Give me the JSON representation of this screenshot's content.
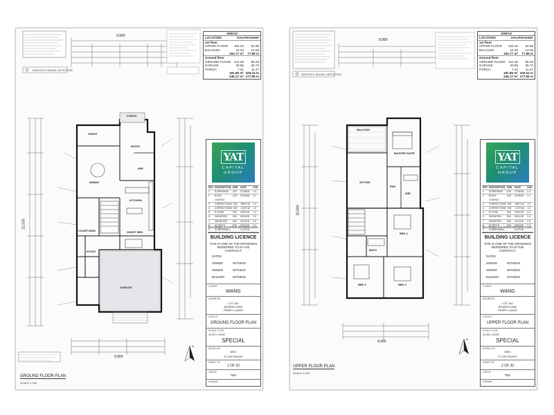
{
  "sheets": [
    {
      "areas": {
        "heading": "AREAS",
        "col_location": "LOCATION",
        "col_area": "Area",
        "col_perimeter": "Perimeter",
        "first_floor_label": "1st floor",
        "upper_floor_label": "UPPER FLOOR",
        "upper_floor_area": "154.44",
        "upper_floor_perimeter": "64.96",
        "balcony_label": "BALCONY",
        "balcony_area": "10.33",
        "balcony_perimeter": "13.08",
        "first_total": "164.77 m²",
        "first_total_perimeter": "77.88 m",
        "ground_floor_label": "Ground floor",
        "ground_floor_row": "GROUND FLOOR",
        "ground_floor_area": "141.25",
        "ground_floor_perimeter": "55.28",
        "garage_label": "GARAGE",
        "garage_area": "40.55",
        "garage_perimeter": "25.72",
        "porch_label": "PORCH",
        "porch_area": "7.41",
        "porch_perimeter": "11.47",
        "ground_total": "181.86 m²",
        "ground_total_perimeter": "109.34 m",
        "grand_total": "346.17 m²",
        "grand_total_perimeter": "177.86 m"
      },
      "smoke_note": "DENOTES SMOKE DETECTOR",
      "plan_caption": "GROUND FLOOR PLAN",
      "scale_caption": "SCALE 1:100",
      "rooms": [
        "PORCH",
        "ENTRY",
        "GUEST",
        "DINING",
        "KITCHEN",
        "COURTYARD",
        "GUEST BED",
        "GARAGE",
        "STUDY",
        "WIR"
      ],
      "dim_top": "9,960",
      "dim_bottom": "9,960",
      "dim_left": "21,000",
      "title_block": {
        "building_licence": "BUILDING LICENCE",
        "licence_text": "THIS IS ONE OF THE DRAWINGS REFERRED TO IN THE CONTRACT",
        "dated_label": "DATED",
        "owner_label": "OWNER",
        "builder_label": "BUILDER",
        "witness_label": "WITNESS",
        "client_label": "CLIENT",
        "client": "WANG",
        "address_label": "ADDRESS",
        "address": "LOT 162\nBOWRA LANE\nPERRY LAKES",
        "layout_label": "LAYOUT",
        "layout": "GROUND FLOOR PLAN",
        "scale": "SCALE 1:100",
        "model_name_label": "MODEL NAME",
        "model_name": "SPECIAL",
        "model_no_label": "MODEL Nº",
        "model_no": "8001",
        "copyright": "© COPYRIGHT",
        "sheet_label": "SHEET Nº",
        "sheet": "1 OF 20",
        "job_label": "JOB Nº",
        "job": "TBA",
        "drawn": "DRAWN"
      }
    },
    {
      "areas": {
        "heading": "AREAS",
        "col_location": "LOCATION",
        "col_area": "Area",
        "col_perimeter": "Perimeter",
        "first_floor_label": "1st floor",
        "upper_floor_label": "UPPER FLOOR",
        "upper_floor_area": "154.44",
        "upper_floor_perimeter": "64.96",
        "balcony_label": "BALCONY",
        "balcony_area": "10.33",
        "balcony_perimeter": "13.08",
        "first_total": "164.77 m²",
        "first_total_perimeter": "77.88 m",
        "ground_floor_label": "Ground floor",
        "ground_floor_row": "GROUND FLOOR",
        "ground_floor_area": "141.25",
        "ground_floor_perimeter": "55.28",
        "garage_label": "GARAGE",
        "garage_area": "40.55",
        "garage_perimeter": "25.72",
        "porch_label": "PORCH",
        "porch_area": "7.41",
        "porch_perimeter": "11.47",
        "ground_total": "181.86 m²",
        "ground_total_perimeter": "109.34 m",
        "grand_total": "346.17 m²",
        "grand_total_perimeter": "177.86 m"
      },
      "smoke_note": "DENOTES SMOKE DETECTOR",
      "plan_caption": "UPPER FLOOR PLAN",
      "scale_caption": "SCALE 1:100",
      "rooms": [
        "BALCONY",
        "MASTER SUITE",
        "SITTING",
        "ENS",
        "WIR",
        "BED 2",
        "BATH",
        "BED 4",
        "BED 3"
      ],
      "dim_top": "8,980",
      "dim_bottom": "8,980",
      "dim_left": "20,000",
      "title_block": {
        "building_licence": "BUILDING LICENCE",
        "licence_text": "THIS IS ONE OF THE DRAWINGS REFERRED TO IN THE CONTRACT",
        "dated_label": "DATED",
        "owner_label": "OWNER",
        "builder_label": "BUILDER",
        "witness_label": "WITNESS",
        "client_label": "CLIENT",
        "client": "WANG",
        "address_label": "ADDRESS",
        "address": "LOT 162\nBOWRA LANE\nPERRY LAKES",
        "layout_label": "LAYOUT",
        "layout": "UPPER FLOOR PLAN",
        "scale": "SCALE 1:100",
        "model_name_label": "MODEL NAME",
        "model_name": "SPECIAL",
        "model_no_label": "MODEL Nº",
        "model_no": "8001",
        "copyright": "© COPYRIGHT",
        "sheet_label": "SHEET Nº",
        "sheet": "2 OF 20",
        "job_label": "JOB Nº",
        "job": "TBA",
        "drawn": "DRAWN"
      }
    }
  ],
  "company": {
    "mark": "YAT",
    "name": "CAPITAL GROUP",
    "logo_colors": [
      "#3aa35a",
      "#2a7dbf"
    ]
  },
  "revisions": {
    "headers": [
      "REV",
      "DESCRIPTION",
      "DRN",
      "DATE",
      "CHK"
    ],
    "rows": [
      [
        "1",
        "SCREENING",
        "AJS",
        "07/06/18",
        "1.0"
      ],
      [
        "2",
        "BUILD. LICENCE",
        "AJS",
        "21/06/18",
        "1.1"
      ],
      [
        "3",
        "CORRECTIONS",
        "DW",
        "05/07/18",
        "1.2"
      ],
      [
        "4",
        "CORRECTIONS",
        "DW",
        "12/07/18",
        "1.3"
      ],
      [
        "5",
        "R CODE",
        "DW",
        "23/07/18",
        "1.4"
      ],
      [
        "6",
        "VARIATION",
        "DW",
        "03/11/18",
        "1.5"
      ],
      [
        "7",
        "VARIATION",
        "DW",
        "11/11/18",
        "1.6"
      ],
      [
        "8",
        "AT DEV'S",
        "DW",
        "23/11/18",
        "1.7"
      ],
      [
        "9",
        "SCREENWALL",
        "",
        "11/12/18",
        ""
      ]
    ],
    "sub_note": "Sub-contractor is to verify all dimensions on site"
  }
}
